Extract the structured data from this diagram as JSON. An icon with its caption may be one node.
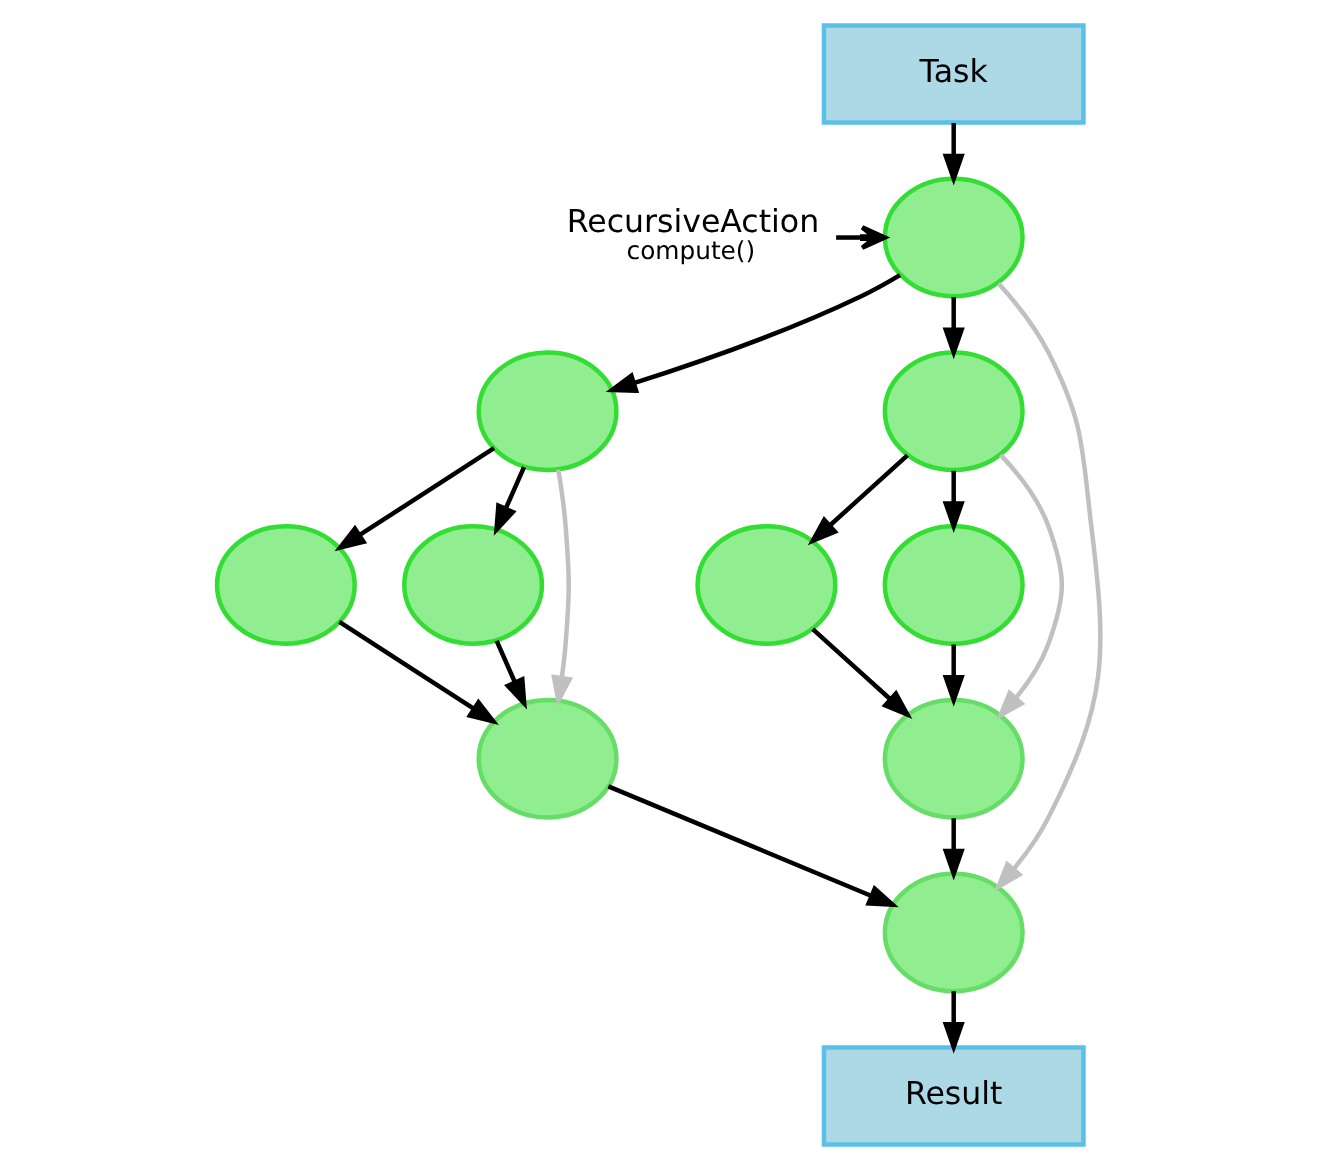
{
  "diagram": {
    "nodes": [
      {
        "text": [
          "Task"
        ]
      },
      {
        "text": [
          "RecursiveAction",
          "compute()"
        ]
      },
      {
        "text": [],
        "shape": "ellipse"
      },
      {
        "text": [],
        "shape": "ellipse"
      },
      {
        "text": [],
        "shape": "ellipse"
      },
      {
        "text": [],
        "shape": "ellipse"
      },
      {
        "text": [],
        "shape": "ellipse"
      },
      {
        "text": [],
        "shape": "ellipse"
      },
      {
        "text": [],
        "shape": "ellipse"
      },
      {
        "text": [],
        "shape": "ellipse"
      },
      {
        "text": [],
        "shape": "ellipse"
      },
      {
        "text": [],
        "shape": "ellipse"
      },
      {
        "text": [
          "Result"
        ]
      }
    ],
    "edges": [
      {
        "from": 0,
        "to": 2,
        "arrow": "to"
      },
      {
        "from": 1,
        "to": 2,
        "arrow": "to"
      },
      {
        "from": 2,
        "to": 3,
        "arrow": "to"
      },
      {
        "from": 2,
        "to": 11,
        "arrow": "to",
        "color": "#c0c0c0"
      },
      {
        "from": 2,
        "to": 4,
        "arrow": "to"
      },
      {
        "from": 3,
        "to": 5,
        "arrow": "to"
      },
      {
        "from": 3,
        "to": 9,
        "arrow": "to",
        "color": "#c0c0c0"
      },
      {
        "from": 3,
        "to": 6,
        "arrow": "to"
      },
      {
        "from": 4,
        "to": 7,
        "arrow": "to"
      },
      {
        "from": 4,
        "to": 10,
        "arrow": "to",
        "color": "#c0c0c0"
      },
      {
        "from": 4,
        "to": 8,
        "arrow": "to"
      },
      {
        "from": 5,
        "to": 9,
        "arrow": "to"
      },
      {
        "from": 6,
        "to": 9,
        "arrow": "to"
      },
      {
        "from": 7,
        "to": 10,
        "arrow": "to"
      },
      {
        "from": 8,
        "to": 10,
        "arrow": "to"
      },
      {
        "from": 9,
        "to": 11,
        "arrow": "to"
      },
      {
        "from": 10,
        "to": 11,
        "arrow": "to"
      },
      {
        "from": 11,
        "to": 12,
        "arrow": "to"
      }
    ]
  }
}
